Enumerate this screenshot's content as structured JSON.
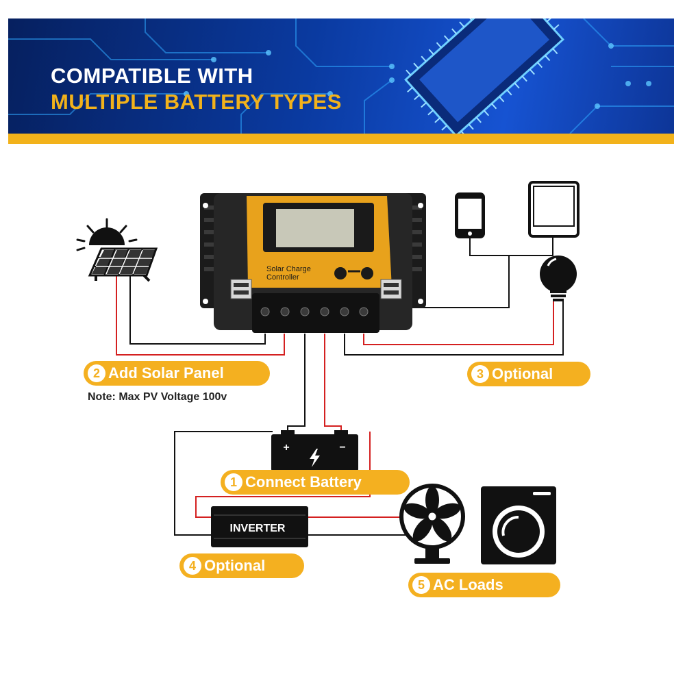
{
  "banner": {
    "title_line1": "COMPATIBLE WITH",
    "title_line2": "MULTIPLE BATTERY TYPES"
  },
  "controller": {
    "label_line1": "Solar Charge",
    "label_line2": "Controller"
  },
  "inverter": {
    "label": "INVERTER"
  },
  "battery": {
    "plus": "+",
    "minus": "−"
  },
  "steps": [
    {
      "number": "1",
      "label": "Connect Battery"
    },
    {
      "number": "2",
      "label": "Add Solar Panel"
    },
    {
      "number": "3",
      "label": "Optional"
    },
    {
      "number": "4",
      "label": "Optional"
    },
    {
      "number": "5",
      "label": "AC Loads"
    }
  ],
  "note": "Note: Max PV Voltage 100v",
  "icons": [
    "sun-icon",
    "solar-panel-icon",
    "smartphone-icon",
    "tablet-icon",
    "light-bulb-icon",
    "battery-icon",
    "inverter-icon",
    "fan-icon",
    "washing-machine-icon"
  ],
  "colors": {
    "accent": "#f4b020",
    "banner_blue": "#0a3aa0",
    "wire_positive": "#d42020",
    "wire_negative": "#111111"
  }
}
